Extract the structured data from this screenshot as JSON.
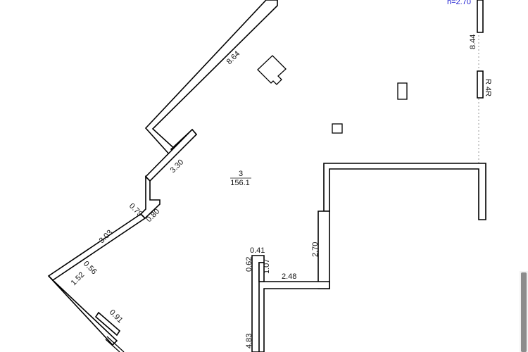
{
  "plan": {
    "height_label": "h=2.70",
    "room": {
      "number": "3",
      "area": "156.1"
    },
    "dimensions": {
      "d_8_64": "8.64",
      "d_8_44": "8.44",
      "d_r_4r": "R 4R",
      "d_3_30": "3.30",
      "d_0_80": "0.80",
      "d_0_79": "0.79",
      "d_3_03": "3.03",
      "d_0_56": "0.56",
      "d_1_52": "1.52",
      "d_0_91": "0.91",
      "d_0_41": "0.41",
      "d_0_62": "0.62",
      "d_1_07": "1.07",
      "d_2_48": "2.48",
      "d_2_70": "2.70",
      "d_4_83": "4.83"
    }
  },
  "colors": {
    "wall": "#000000",
    "background": "#ffffff",
    "height_label": "#1a1ad0",
    "guide_line": "#9a9a9a"
  }
}
